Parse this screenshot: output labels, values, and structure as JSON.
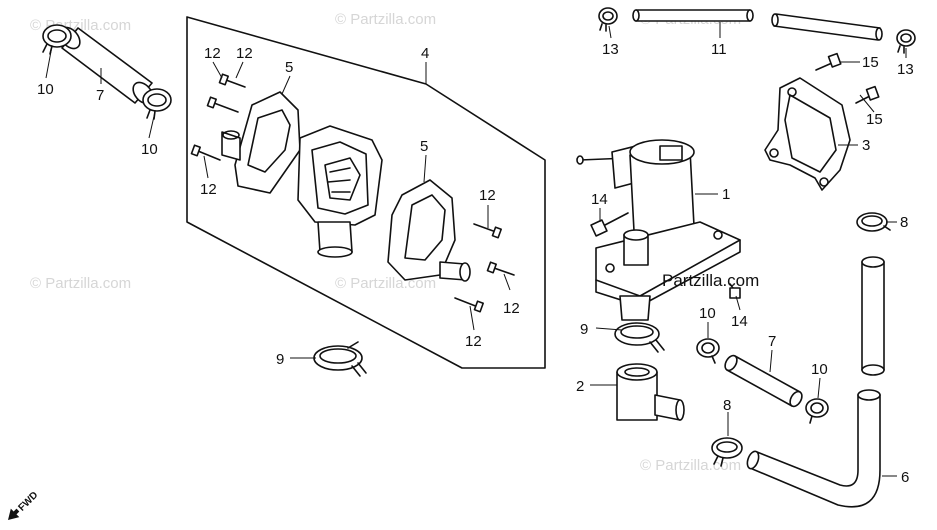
{
  "diagram": {
    "watermark": "© Partzilla.com",
    "brand_label": "Partzilla.com",
    "fwd_label": "FWD",
    "callouts": {
      "c10a": "10",
      "c7a": "7",
      "c10b": "10",
      "c12a": "12",
      "c12b": "12",
      "c5a": "5",
      "c4": "4",
      "c12c": "12",
      "c5b": "5",
      "c12d": "12",
      "c12e": "12",
      "c12f": "12",
      "c9a": "9",
      "c13a": "13",
      "c11": "11",
      "c13b": "13",
      "c15a": "15",
      "c15b": "15",
      "c3": "3",
      "c1": "1",
      "c14a": "14",
      "c8a": "8",
      "c14b": "14",
      "c10c": "10",
      "c7b": "7",
      "c10d": "10",
      "c9b": "9",
      "c2": "2",
      "c8b": "8",
      "c6": "6"
    }
  }
}
